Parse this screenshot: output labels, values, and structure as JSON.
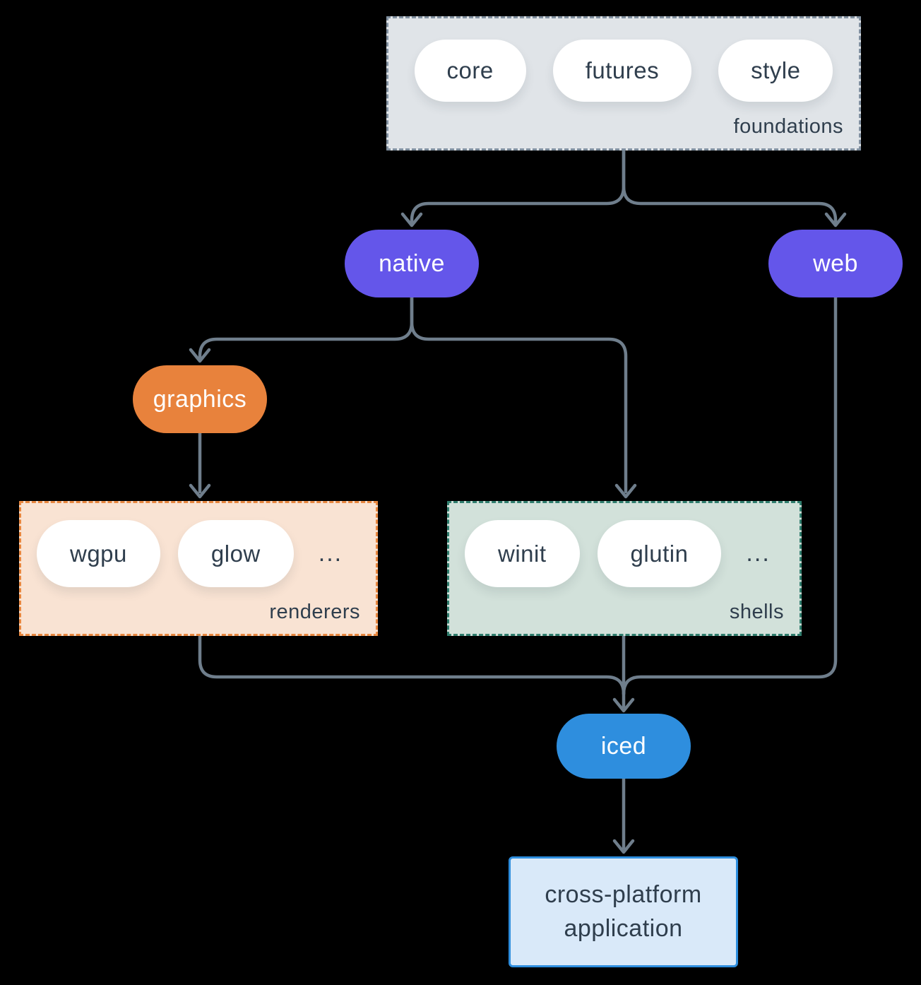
{
  "groups": {
    "foundations": {
      "label": "foundations",
      "items": [
        "core",
        "futures",
        "style"
      ]
    },
    "renderers": {
      "label": "renderers",
      "items": [
        "wgpu",
        "glow"
      ],
      "more": "..."
    },
    "shells": {
      "label": "shells",
      "items": [
        "winit",
        "glutin"
      ],
      "more": "..."
    }
  },
  "nodes": {
    "native": "native",
    "web": "web",
    "graphics": "graphics",
    "iced": "iced"
  },
  "app": {
    "label": "cross-platform application"
  },
  "colors": {
    "bg": "#000000",
    "line": "#6f7e8c",
    "ink": "#2f3e4d",
    "pill-white": "#ffffff",
    "purple": "#6456ea",
    "orange": "#e8823c",
    "blue": "#2e8ede",
    "foundations-bg": "#e0e4e8",
    "foundations-border": "#8190a0",
    "renderers-bg": "#f9e3d3",
    "renderers-border": "#e8873f",
    "shells-bg": "#d2e1da",
    "shells-border": "#2f7d6d",
    "app-bg": "#d9e9f9",
    "app-border": "#2e8ede"
  }
}
